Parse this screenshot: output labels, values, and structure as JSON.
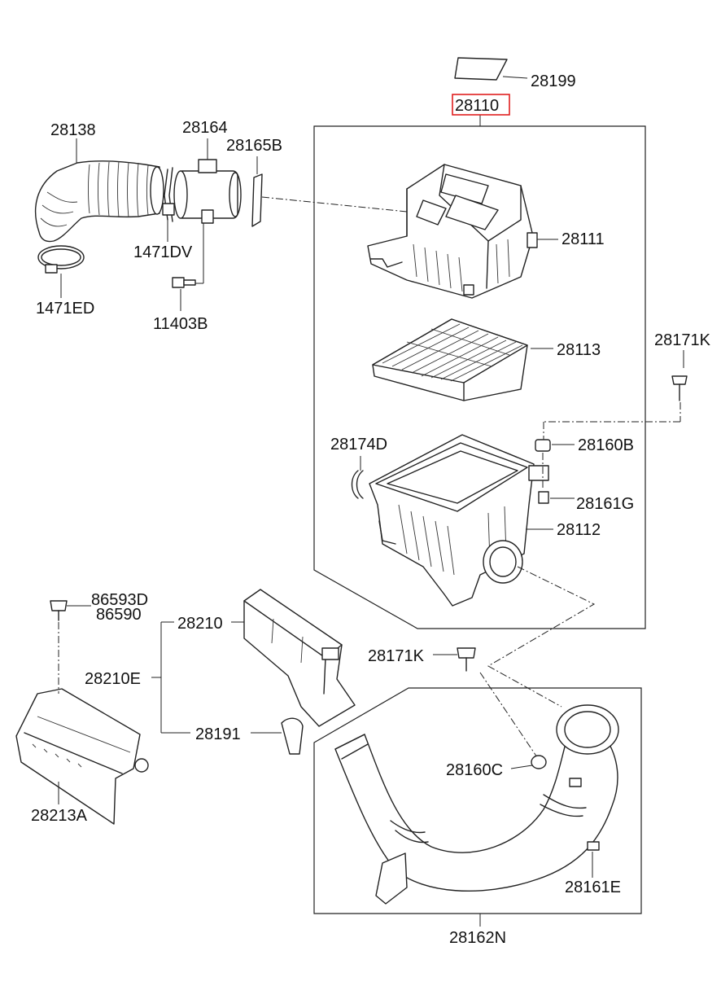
{
  "labels": {
    "p28199": "28199",
    "p28110": "28110",
    "p28138": "28138",
    "p28164": "28164",
    "p28165B": "28165B",
    "p28111": "28111",
    "p1471DV": "1471DV",
    "p1471ED": "1471ED",
    "p11403B": "11403B",
    "p28171K_top": "28171K",
    "p28113": "28113",
    "p28174D": "28174D",
    "p28160B": "28160B",
    "p28161G": "28161G",
    "p28112": "28112",
    "p86593D": "86593D",
    "p86590": "86590",
    "p28210": "28210",
    "p28171K_mid": "28171K",
    "p28210E": "28210E",
    "p28191": "28191",
    "p28160C": "28160C",
    "p28213A": "28213A",
    "p28161E": "28161E",
    "p28162N": "28162N"
  },
  "highlight_color": "#e02020"
}
